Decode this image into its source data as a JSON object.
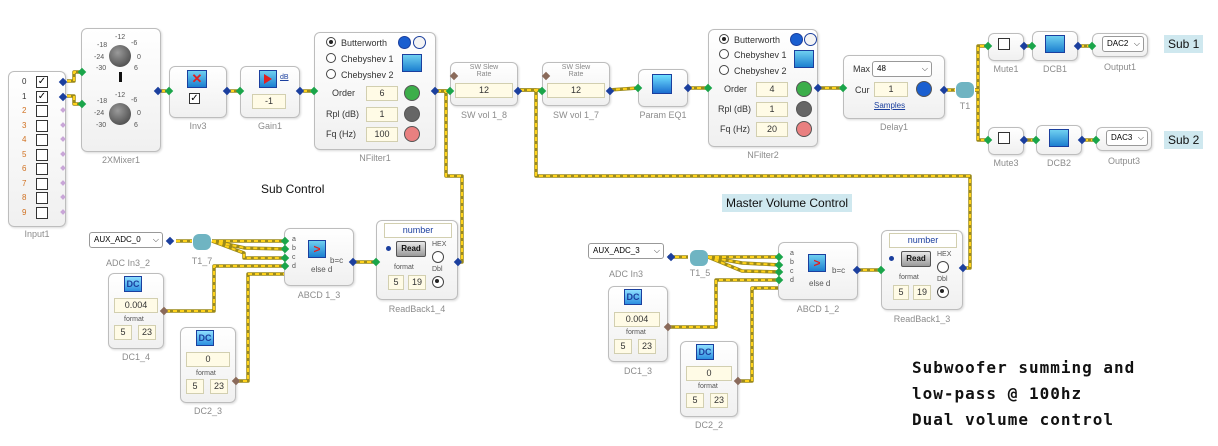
{
  "input": {
    "rows": [
      "0",
      "1",
      "2",
      "3",
      "4",
      "5",
      "6",
      "7",
      "8",
      "9"
    ],
    "checked": [
      true,
      true,
      false,
      false,
      false,
      false,
      false,
      false,
      false,
      false
    ],
    "caption": "Input1"
  },
  "mixer": {
    "caption": "2XMixer1",
    "ticks": [
      "-12",
      "-6",
      "-18",
      "-24",
      "-30",
      "0",
      "6"
    ]
  },
  "inv": {
    "caption": "Inv3"
  },
  "gain": {
    "caption": "Gain1",
    "value": "-1",
    "unit": "dB"
  },
  "nfilter1": {
    "caption": "NFilter1",
    "types": [
      "Butterworth",
      "Chebyshev 1",
      "Chebyshev 2"
    ],
    "selected": 0,
    "rows": [
      {
        "label": "Order",
        "value": "6"
      },
      {
        "label": "Rpl (dB)",
        "value": "1"
      },
      {
        "label": "Fq (Hz)",
        "value": "100"
      }
    ]
  },
  "slew1": {
    "caption": "SW vol 1_8",
    "title": "SW Slew Rate",
    "value": "12"
  },
  "slew2": {
    "caption": "SW vol 1_7",
    "title": "SW Slew Rate",
    "value": "12"
  },
  "parameq": {
    "caption": "Param EQ1"
  },
  "nfilter2": {
    "caption": "NFilter2",
    "types": [
      "Butterworth",
      "Chebyshev 1",
      "Chebyshev 2"
    ],
    "selected": 0,
    "rows": [
      {
        "label": "Order",
        "value": "4"
      },
      {
        "label": "Rpl (dB)",
        "value": "1"
      },
      {
        "label": "Fq (Hz)",
        "value": "20"
      }
    ]
  },
  "delay": {
    "caption": "Delay1",
    "max_label": "Max",
    "max_value": "48",
    "cur_label": "Cur",
    "cur_value": "1",
    "samples": "Samples"
  },
  "t1": {
    "caption": "T1"
  },
  "out1": {
    "mute": "Mute1",
    "dcb": "DCB1",
    "output": "Output1",
    "dac": "DAC2",
    "title": "Sub 1"
  },
  "out2": {
    "mute": "Mute3",
    "dcb": "DCB2",
    "output": "Output3",
    "dac": "DAC3",
    "title": "Sub 2"
  },
  "sub_control": {
    "title": "Sub Control",
    "adc": "AUX_ADC_0",
    "adc_caption": "ADC In3_2",
    "t_caption": "T1_7",
    "abcd_caption": "ABCD 1_3",
    "readback_caption": "ReadBack1_4",
    "dc1": {
      "caption": "DC1_4",
      "value": "0.004",
      "format": "format",
      "f1": "5",
      "f2": "23"
    },
    "dc2": {
      "caption": "DC2_3",
      "value": "0",
      "format": "format",
      "f1": "5",
      "f2": "23"
    },
    "readback": {
      "header": "number",
      "read": "Read",
      "hex": "HEX",
      "dbl": "Dbl",
      "format": "format",
      "f1": "5",
      "f2": "19"
    }
  },
  "master_control": {
    "title": "Master Volume Control",
    "adc": "AUX_ADC_3",
    "adc_caption": "ADC In3",
    "t_caption": "T1_5",
    "abcd_caption": "ABCD 1_2",
    "readback_caption": "ReadBack1_3",
    "dc1": {
      "caption": "DC1_3",
      "value": "0.004",
      "format": "format",
      "f1": "5",
      "f2": "23"
    },
    "dc2": {
      "caption": "DC2_2",
      "value": "0",
      "format": "format",
      "f1": "5",
      "f2": "23"
    },
    "readback": {
      "header": "number",
      "read": "Read",
      "hex": "HEX",
      "dbl": "Dbl",
      "format": "format",
      "f1": "5",
      "f2": "19"
    }
  },
  "abcd": {
    "ports": [
      "a",
      "b",
      "c",
      "d"
    ],
    "expr": "b=c",
    "else": "else d"
  },
  "note": {
    "line1": "Subwoofer summing and",
    "line2": "low-pass @ 100hz",
    "line3": "Dual volume control"
  }
}
